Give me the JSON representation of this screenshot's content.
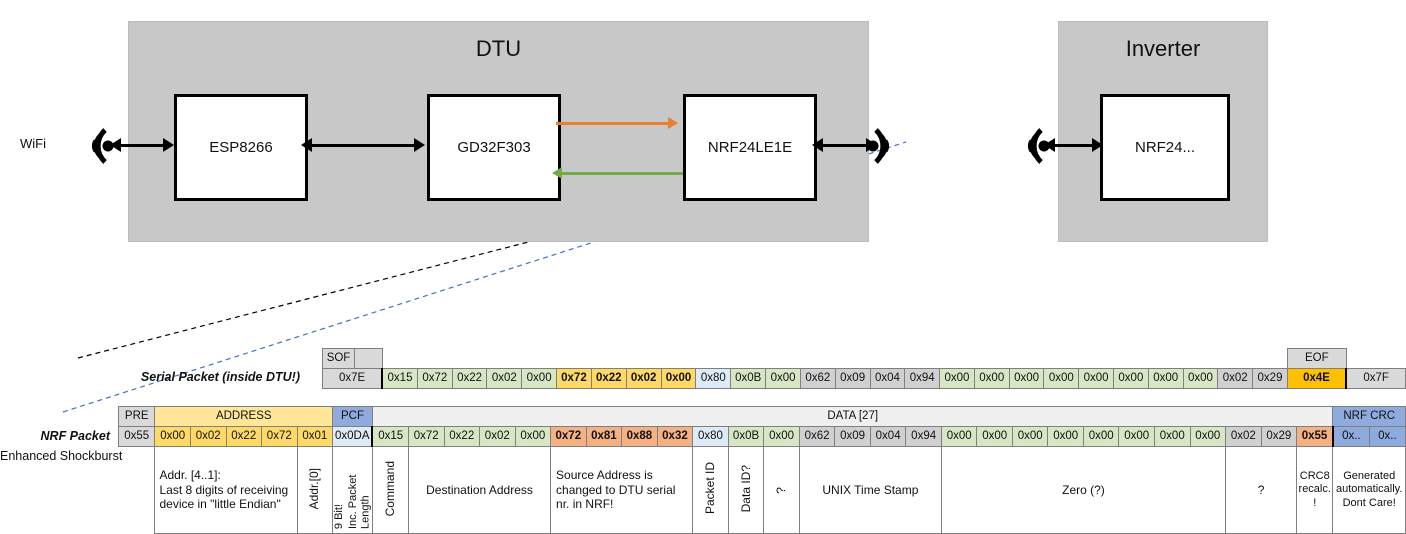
{
  "diagram": {
    "dtu": {
      "title": "DTU",
      "chips": [
        {
          "name": "ESP8266"
        },
        {
          "name": "GD32F303"
        },
        {
          "name": "NRF24LE1E"
        }
      ],
      "wifi_label": "WiFi",
      "arrow_orange_color": "#ED7D31",
      "arrow_green_color": "#70AD47"
    },
    "inverter": {
      "title": "Inverter",
      "chips": [
        {
          "name": "NRF24..."
        }
      ]
    }
  },
  "labels": {
    "serial_packet": "Serial Packet (inside DTU!)",
    "nrf_packet": "NRF Packet",
    "enhanced_shockburst": "Enhanced Shockburst"
  },
  "serial_packet": {
    "headers": {
      "sof": "SOF",
      "eof": "EOF"
    },
    "sof_value": "0x7E",
    "eof_value": "0x7F",
    "cells": [
      {
        "v": "0x15",
        "c": "green"
      },
      {
        "v": "0x72",
        "c": "green"
      },
      {
        "v": "0x22",
        "c": "green"
      },
      {
        "v": "0x02",
        "c": "green"
      },
      {
        "v": "0x00",
        "c": "green"
      },
      {
        "v": "0x72",
        "c": "yellow"
      },
      {
        "v": "0x22",
        "c": "yellow"
      },
      {
        "v": "0x02",
        "c": "yellow"
      },
      {
        "v": "0x00",
        "c": "yellow"
      },
      {
        "v": "0x80",
        "c": "lblue"
      },
      {
        "v": "0x0B",
        "c": "green"
      },
      {
        "v": "0x00",
        "c": "green"
      },
      {
        "v": "0x62",
        "c": "greyd"
      },
      {
        "v": "0x09",
        "c": "greyd"
      },
      {
        "v": "0x04",
        "c": "greyd"
      },
      {
        "v": "0x94",
        "c": "greyd"
      },
      {
        "v": "0x00",
        "c": "green"
      },
      {
        "v": "0x00",
        "c": "green"
      },
      {
        "v": "0x00",
        "c": "green"
      },
      {
        "v": "0x00",
        "c": "green"
      },
      {
        "v": "0x00",
        "c": "green"
      },
      {
        "v": "0x00",
        "c": "green"
      },
      {
        "v": "0x00",
        "c": "green"
      },
      {
        "v": "0x00",
        "c": "green"
      },
      {
        "v": "0x02",
        "c": "greyd"
      },
      {
        "v": "0x29",
        "c": "greyd"
      },
      {
        "v": "0x4E",
        "c": "orange"
      }
    ]
  },
  "nrf_packet": {
    "headers": {
      "pre": "PRE",
      "address": "ADDRESS",
      "pcf": "PCF",
      "data": "DATA [27]",
      "crc": "NRF CRC"
    },
    "pre_value": "0x55",
    "address_values": [
      "0x00",
      "0x02",
      "0x22",
      "0x72",
      "0x01"
    ],
    "pcf_value": "0x0DA",
    "cells": [
      {
        "v": "0x15",
        "c": "green"
      },
      {
        "v": "0x72",
        "c": "green"
      },
      {
        "v": "0x22",
        "c": "green"
      },
      {
        "v": "0x02",
        "c": "green"
      },
      {
        "v": "0x00",
        "c": "green"
      },
      {
        "v": "0x72",
        "c": "salmon"
      },
      {
        "v": "0x81",
        "c": "salmon"
      },
      {
        "v": "0x88",
        "c": "salmon"
      },
      {
        "v": "0x32",
        "c": "salmon"
      },
      {
        "v": "0x80",
        "c": "lblue"
      },
      {
        "v": "0x0B",
        "c": "green"
      },
      {
        "v": "0x00",
        "c": "green"
      },
      {
        "v": "0x62",
        "c": "greyd"
      },
      {
        "v": "0x09",
        "c": "greyd"
      },
      {
        "v": "0x04",
        "c": "greyd"
      },
      {
        "v": "0x94",
        "c": "greyd"
      },
      {
        "v": "0x00",
        "c": "green"
      },
      {
        "v": "0x00",
        "c": "green"
      },
      {
        "v": "0x00",
        "c": "green"
      },
      {
        "v": "0x00",
        "c": "green"
      },
      {
        "v": "0x00",
        "c": "green"
      },
      {
        "v": "0x00",
        "c": "green"
      },
      {
        "v": "0x00",
        "c": "green"
      },
      {
        "v": "0x00",
        "c": "green"
      },
      {
        "v": "0x02",
        "c": "greyd"
      },
      {
        "v": "0x29",
        "c": "greyd"
      },
      {
        "v": "0x55",
        "c": "salmon"
      }
    ],
    "crc_values": [
      "0x..",
      "0x.."
    ]
  },
  "descriptions": {
    "address": "Addr. [4..1]:\nLast 8 digits of receiving device in \"little Endian\"",
    "addr0": "Addr.[0]",
    "pcf": "9 Bit!\nInc. Packet Length",
    "pcf_line1": "9 Bit!",
    "pcf_line2": "Inc. Packet Length",
    "command": "Command",
    "destination": "Destination Address",
    "source": "Source Address is changed to DTU serial nr. in NRF!",
    "packet_id": "Packet ID",
    "data_id": "Data ID?",
    "unknown1": "?",
    "unix": "UNIX Time Stamp",
    "zero": "Zero (?)",
    "unknown2": "?",
    "crc8": "CRC8 recalc. !",
    "crc_auto": "Generated automatically. Dont Care!"
  },
  "colors": {
    "enclosure": "#c8c8c8",
    "green": "#d7e7c5",
    "yellow": "#ffd966",
    "salmon": "#f4b183",
    "blue": "#8faadc",
    "orange_accent": "#ffc000",
    "light_blue": "#ddebf7",
    "header_yellow": "#ffe699"
  }
}
